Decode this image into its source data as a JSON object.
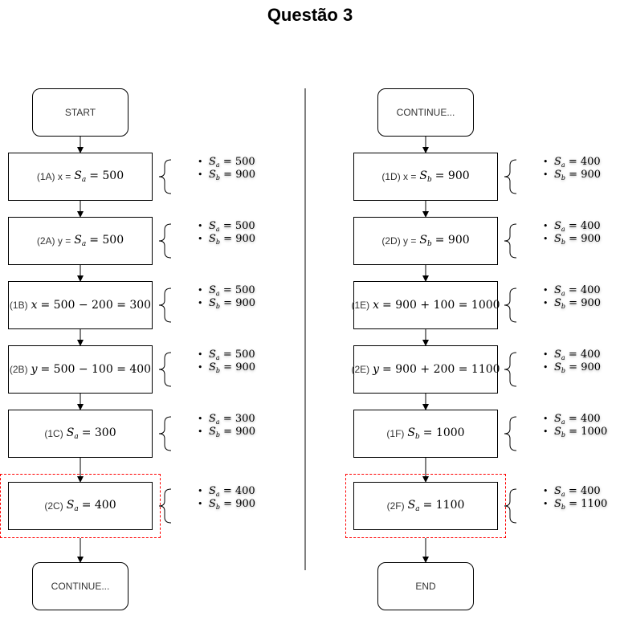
{
  "title": "Questão 3",
  "left": {
    "start": "START",
    "steps": [
      {
        "label": "(1A) x =",
        "expr_var": "S",
        "expr_sub": "a",
        "expr_rest": "= 500",
        "state": {
          "sa": "500",
          "sb": "900"
        }
      },
      {
        "label": "(2A) y =",
        "expr_var": "S",
        "expr_sub": "a",
        "expr_rest": "= 500",
        "state": {
          "sa": "500",
          "sb": "900"
        }
      },
      {
        "label": "(1B)",
        "expr_var": "x",
        "expr_sub": "",
        "expr_rest": "= 500 − 200 = 300",
        "state": {
          "sa": "500",
          "sb": "900"
        }
      },
      {
        "label": "(2B)",
        "expr_var": "y",
        "expr_sub": "",
        "expr_rest": "= 500 − 100 = 400",
        "state": {
          "sa": "500",
          "sb": "900"
        }
      },
      {
        "label": "(1C)",
        "expr_var": "S",
        "expr_sub": "a",
        "expr_rest": "= 300",
        "state": {
          "sa": "300",
          "sb": "900"
        }
      },
      {
        "label": "(2C)",
        "expr_var": "S",
        "expr_sub": "a",
        "expr_rest": "= 400",
        "state": {
          "sa": "400",
          "sb": "900"
        }
      }
    ],
    "end": "CONTINUE..."
  },
  "right": {
    "start": "CONTINUE...",
    "steps": [
      {
        "label": "(1D) x =",
        "expr_var": "S",
        "expr_sub": "b",
        "expr_rest": "= 900",
        "state": {
          "sa": "400",
          "sb": "900"
        }
      },
      {
        "label": "(2D) y =",
        "expr_var": "S",
        "expr_sub": "b",
        "expr_rest": "= 900",
        "state": {
          "sa": "400",
          "sb": "900"
        }
      },
      {
        "label": "(1E)",
        "expr_var": "x",
        "expr_sub": "",
        "expr_rest": "= 900 + 100 = 1000",
        "state": {
          "sa": "400",
          "sb": "900"
        }
      },
      {
        "label": "(2E)",
        "expr_var": "y",
        "expr_sub": "",
        "expr_rest": "= 900 + 200 = 1100",
        "state": {
          "sa": "400",
          "sb": "900"
        }
      },
      {
        "label": "(1F)",
        "expr_var": "S",
        "expr_sub": "b",
        "expr_rest": "= 1000",
        "state": {
          "sa": "400",
          "sb": "1000"
        }
      },
      {
        "label": "(2F)",
        "expr_var": "S",
        "expr_sub": "a",
        "expr_rest": "= 1100",
        "state": {
          "sa": "400",
          "sb": "1100"
        }
      }
    ],
    "end": "END"
  },
  "colors": {
    "stroke": "#000000",
    "highlight": "#ff0000"
  }
}
